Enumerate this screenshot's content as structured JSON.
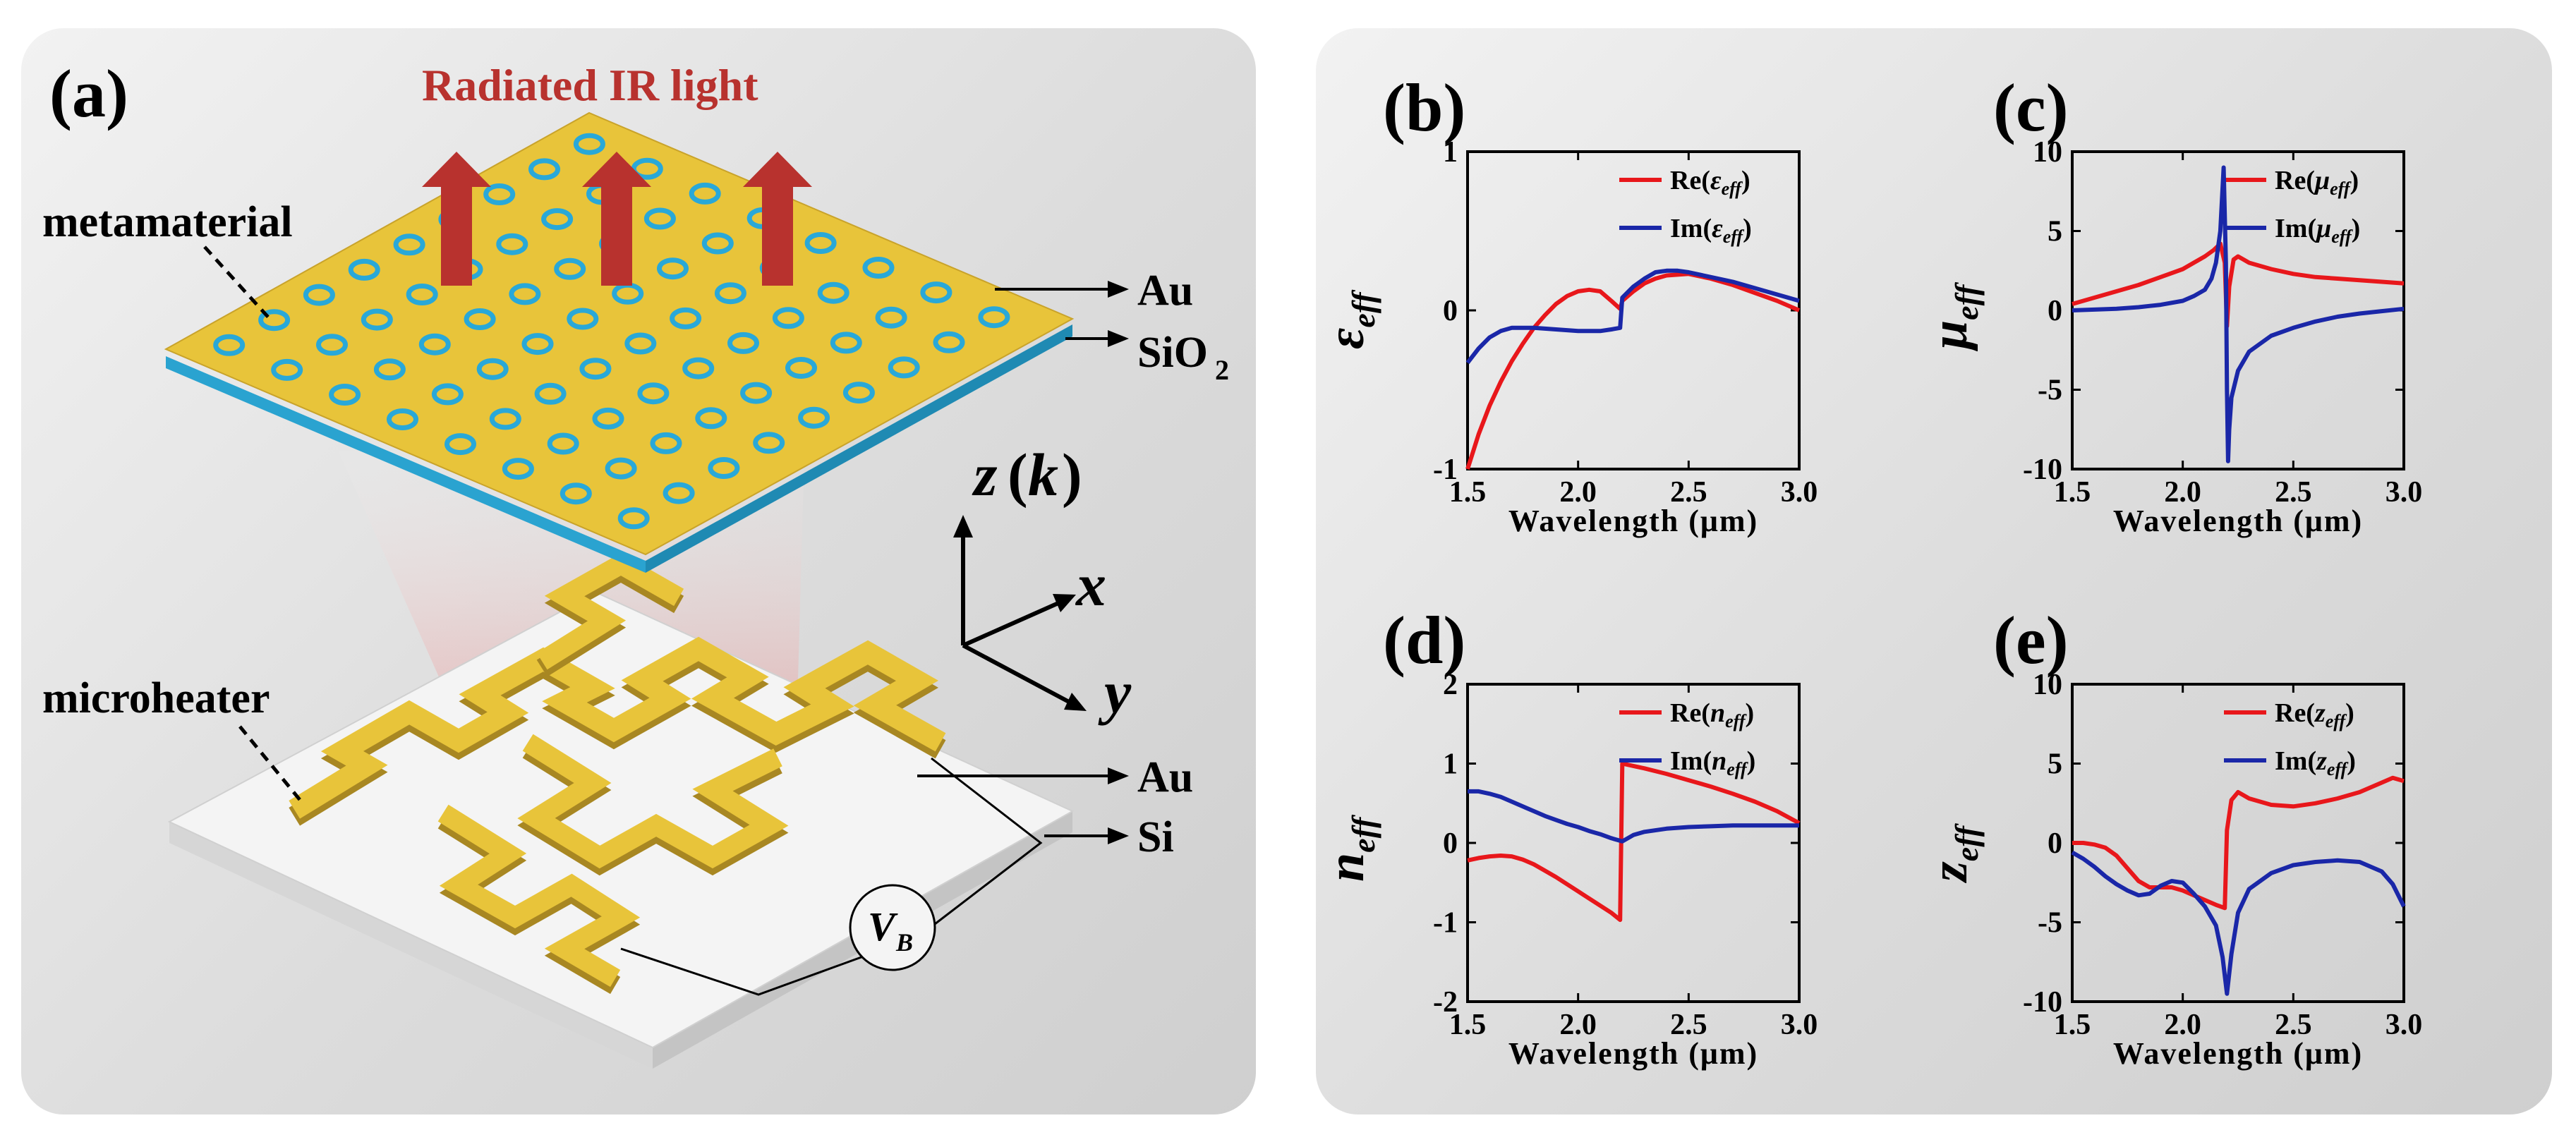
{
  "schematic": {
    "panel_label": "(a)",
    "radiated_label": "Radiated IR light",
    "metamaterial_label": "metamaterial",
    "microheater_label": "microheater",
    "au_top": "Au",
    "sio2_main": "SiO",
    "sio2_sub": "2",
    "au_bottom": "Au",
    "si_label": "Si",
    "axis_z": "z",
    "axis_k": "k",
    "axis_x": "x",
    "axis_y": "y",
    "vb_main": "V",
    "vb_sub": "B",
    "colors": {
      "gold": "#e8c43a",
      "gold_dark": "#b8952a",
      "hole": "#29a8d8",
      "arrow": "#b8322e",
      "sio2": "#2aa3d0"
    }
  },
  "chart_data": [
    {
      "type": "line",
      "panel": "(b)",
      "xlabel": "Wavelength (μm)",
      "ylabel_main": "ε",
      "ylabel_sub": "eff",
      "xlim": [
        1.5,
        3.0
      ],
      "ylim": [
        -1,
        1
      ],
      "xticks": [
        "1.5",
        "2.0",
        "2.5",
        "3.0"
      ],
      "yticks": [
        "-1",
        "0",
        "1"
      ],
      "legend": "top-right",
      "series": [
        {
          "name": "Re(εeff)",
          "label_pre": "Re(",
          "label_sym": "ε",
          "label_sub": "eff",
          "label_post": ")",
          "color": "#e8171b",
          "x": [
            1.5,
            1.55,
            1.6,
            1.65,
            1.7,
            1.75,
            1.8,
            1.85,
            1.9,
            1.95,
            2.0,
            2.05,
            2.1,
            2.15,
            2.19,
            2.2,
            2.25,
            2.3,
            2.35,
            2.4,
            2.5,
            2.6,
            2.7,
            2.8,
            2.9,
            3.0
          ],
          "y": [
            -1.0,
            -0.78,
            -0.6,
            -0.45,
            -0.32,
            -0.21,
            -0.11,
            -0.03,
            0.04,
            0.09,
            0.12,
            0.13,
            0.12,
            0.06,
            0.01,
            0.06,
            0.12,
            0.17,
            0.2,
            0.22,
            0.23,
            0.2,
            0.16,
            0.11,
            0.06,
            0.0
          ]
        },
        {
          "name": "Im(εeff)",
          "label_pre": "Im(",
          "label_sym": "ε",
          "label_sub": "eff",
          "label_post": ")",
          "color": "#1a27a8",
          "x": [
            1.5,
            1.55,
            1.6,
            1.65,
            1.7,
            1.8,
            1.9,
            2.0,
            2.1,
            2.15,
            2.19,
            2.2,
            2.25,
            2.3,
            2.35,
            2.4,
            2.45,
            2.5,
            2.6,
            2.7,
            2.8,
            2.9,
            3.0
          ],
          "y": [
            -0.33,
            -0.24,
            -0.17,
            -0.13,
            -0.11,
            -0.11,
            -0.12,
            -0.13,
            -0.13,
            -0.12,
            -0.11,
            0.08,
            0.15,
            0.2,
            0.24,
            0.25,
            0.25,
            0.24,
            0.21,
            0.18,
            0.14,
            0.1,
            0.06
          ]
        }
      ]
    },
    {
      "type": "line",
      "panel": "(c)",
      "xlabel": "Wavelength (μm)",
      "ylabel_main": "μ",
      "ylabel_sub": "eff",
      "xlim": [
        1.5,
        3.0
      ],
      "ylim": [
        -10,
        10
      ],
      "xticks": [
        "1.5",
        "2.0",
        "2.5",
        "3.0"
      ],
      "yticks": [
        "-10",
        "-5",
        "0",
        "5",
        "10"
      ],
      "legend": "top-right",
      "series": [
        {
          "name": "Re(μeff)",
          "label_pre": "Re(",
          "label_sym": "μ",
          "label_sub": "eff",
          "label_post": ")",
          "color": "#e8171b",
          "x": [
            1.5,
            1.6,
            1.7,
            1.8,
            1.9,
            2.0,
            2.05,
            2.1,
            2.14,
            2.17,
            2.19,
            2.2,
            2.21,
            2.23,
            2.25,
            2.3,
            2.4,
            2.5,
            2.6,
            2.7,
            2.8,
            2.9,
            3.0
          ],
          "y": [
            0.4,
            0.8,
            1.2,
            1.6,
            2.1,
            2.6,
            3.0,
            3.4,
            3.8,
            4.2,
            3.0,
            -1.0,
            1.5,
            3.2,
            3.4,
            3.0,
            2.6,
            2.3,
            2.1,
            2.0,
            1.9,
            1.8,
            1.7
          ]
        },
        {
          "name": "Im(μeff)",
          "label_pre": "Im(",
          "label_sym": "μ",
          "label_sub": "eff",
          "label_post": ")",
          "color": "#1a27a8",
          "x": [
            1.5,
            1.6,
            1.7,
            1.8,
            1.9,
            2.0,
            2.05,
            2.1,
            2.13,
            2.15,
            2.17,
            2.185,
            2.195,
            2.2,
            2.205,
            2.21,
            2.22,
            2.25,
            2.3,
            2.4,
            2.5,
            2.6,
            2.7,
            2.8,
            2.9,
            3.0
          ],
          "y": [
            0.0,
            0.05,
            0.1,
            0.2,
            0.35,
            0.6,
            0.9,
            1.3,
            2.0,
            3.0,
            5.0,
            9.0,
            3.0,
            -5.0,
            -9.5,
            -7.5,
            -5.5,
            -3.8,
            -2.6,
            -1.6,
            -1.1,
            -0.7,
            -0.4,
            -0.2,
            -0.05,
            0.1
          ]
        }
      ]
    },
    {
      "type": "line",
      "panel": "(d)",
      "xlabel": "Wavelength (μm)",
      "ylabel_main": "n",
      "ylabel_sub": "eff",
      "xlim": [
        1.5,
        3.0
      ],
      "ylim": [
        -2,
        2
      ],
      "xticks": [
        "1.5",
        "2.0",
        "2.5",
        "3.0"
      ],
      "yticks": [
        "-2",
        "-1",
        "0",
        "1",
        "2"
      ],
      "legend": "top-right",
      "series": [
        {
          "name": "Re(neff)",
          "label_pre": "Re(",
          "label_sym": "n",
          "label_sub": "eff",
          "label_post": ")",
          "color": "#e8171b",
          "x": [
            1.5,
            1.55,
            1.6,
            1.65,
            1.7,
            1.75,
            1.8,
            1.85,
            1.9,
            1.95,
            2.0,
            2.05,
            2.1,
            2.15,
            2.19,
            2.2,
            2.25,
            2.3,
            2.4,
            2.5,
            2.6,
            2.7,
            2.8,
            2.9,
            3.0
          ],
          "y": [
            -0.22,
            -0.19,
            -0.17,
            -0.16,
            -0.17,
            -0.21,
            -0.27,
            -0.35,
            -0.43,
            -0.52,
            -0.61,
            -0.7,
            -0.79,
            -0.88,
            -0.97,
            1.0,
            0.97,
            0.94,
            0.87,
            0.79,
            0.71,
            0.62,
            0.52,
            0.4,
            0.25
          ]
        },
        {
          "name": "Im(neff)",
          "label_pre": "Im(",
          "label_sym": "n",
          "label_sub": "eff",
          "label_post": ")",
          "color": "#1a27a8",
          "x": [
            1.5,
            1.55,
            1.6,
            1.65,
            1.7,
            1.75,
            1.8,
            1.85,
            1.9,
            1.95,
            2.0,
            2.05,
            2.1,
            2.15,
            2.2,
            2.25,
            2.3,
            2.4,
            2.5,
            2.6,
            2.7,
            2.8,
            2.9,
            3.0
          ],
          "y": [
            0.65,
            0.65,
            0.62,
            0.58,
            0.52,
            0.46,
            0.4,
            0.34,
            0.29,
            0.24,
            0.2,
            0.15,
            0.11,
            0.06,
            0.02,
            0.1,
            0.14,
            0.18,
            0.2,
            0.21,
            0.22,
            0.22,
            0.22,
            0.22
          ]
        }
      ]
    },
    {
      "type": "line",
      "panel": "(e)",
      "xlabel": "Wavelength (μm)",
      "ylabel_main": "z",
      "ylabel_sub": "eff",
      "xlim": [
        1.5,
        3.0
      ],
      "ylim": [
        -10,
        10
      ],
      "xticks": [
        "1.5",
        "2.0",
        "2.5",
        "3.0"
      ],
      "yticks": [
        "-10",
        "-5",
        "0",
        "5",
        "10"
      ],
      "legend": "top-right",
      "series": [
        {
          "name": "Re(zeff)",
          "label_pre": "Re(",
          "label_sym": "z",
          "label_sub": "eff",
          "label_post": ")",
          "color": "#e8171b",
          "x": [
            1.5,
            1.55,
            1.6,
            1.65,
            1.7,
            1.75,
            1.8,
            1.85,
            1.9,
            1.95,
            2.0,
            2.05,
            2.1,
            2.15,
            2.19,
            2.2,
            2.22,
            2.25,
            2.3,
            2.4,
            2.5,
            2.6,
            2.7,
            2.8,
            2.9,
            2.95,
            3.0
          ],
          "y": [
            0.0,
            0.0,
            -0.1,
            -0.3,
            -0.8,
            -1.6,
            -2.4,
            -2.8,
            -2.8,
            -2.8,
            -3.0,
            -3.3,
            -3.6,
            -3.9,
            -4.1,
            0.8,
            2.7,
            3.2,
            2.8,
            2.4,
            2.3,
            2.5,
            2.8,
            3.2,
            3.8,
            4.1,
            3.9
          ]
        },
        {
          "name": "Im(zeff)",
          "label_pre": "Im(",
          "label_sym": "z",
          "label_sub": "eff",
          "label_post": ")",
          "color": "#1a27a8",
          "x": [
            1.5,
            1.55,
            1.6,
            1.65,
            1.7,
            1.75,
            1.8,
            1.85,
            1.9,
            1.95,
            2.0,
            2.05,
            2.1,
            2.15,
            2.18,
            2.2,
            2.22,
            2.25,
            2.3,
            2.4,
            2.5,
            2.6,
            2.7,
            2.8,
            2.9,
            2.95,
            3.0
          ],
          "y": [
            -0.6,
            -1.0,
            -1.5,
            -2.1,
            -2.6,
            -3.0,
            -3.3,
            -3.2,
            -2.7,
            -2.4,
            -2.5,
            -3.2,
            -4.0,
            -5.2,
            -7.2,
            -9.5,
            -7.0,
            -4.4,
            -2.9,
            -1.9,
            -1.4,
            -1.2,
            -1.1,
            -1.2,
            -1.8,
            -2.6,
            -4.0
          ]
        }
      ]
    }
  ]
}
